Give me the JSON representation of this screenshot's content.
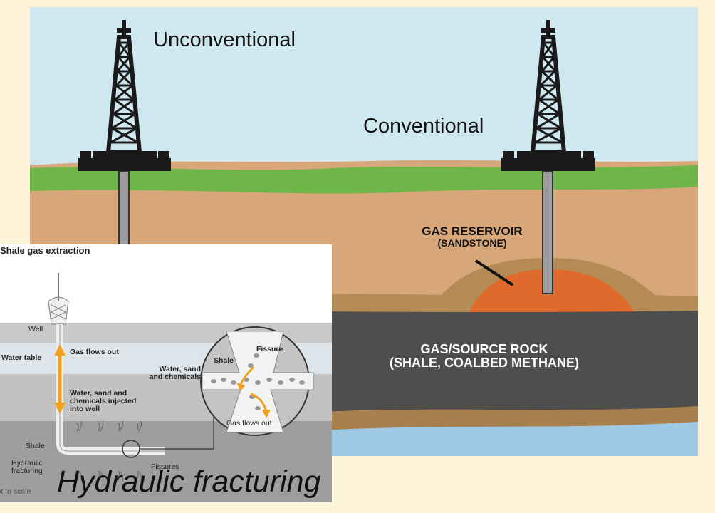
{
  "main_diagram": {
    "labels": {
      "unconventional": "Unconventional",
      "conventional": "Conventional",
      "gas_reservoir": "GAS RESERVOIR",
      "gas_reservoir_sub": "(SANDSTONE)",
      "source_rock": "GAS/SOURCE ROCK",
      "source_rock_sub": "(SHALE, COALBED METHANE)"
    },
    "colors": {
      "sky": "#cfe7ef",
      "grass": "#6fb54a",
      "soil": "#d7a679",
      "reservoir": "#e06a2c",
      "source_rock": "#4e4e4e",
      "water": "#9ec9e6",
      "rig": "#1a1a1a"
    }
  },
  "inset": {
    "title": "Shale gas extraction",
    "labels": {
      "well": "Well",
      "water_table": "Water table",
      "gas_flows_out": "Gas flows out",
      "water_sand_injected": "Water, sand and chemicals injected into well",
      "shale": "Shale",
      "hydraulic_fracturing": "Hydraulic fracturing",
      "fissures": "Fissures",
      "not_to_scale": "Not to scale",
      "zoom_shale": "Shale",
      "zoom_fissure": "Fissure",
      "zoom_water_sand": "Water, sand and chemicals",
      "zoom_gas_flows_out": "Gas flows out"
    },
    "colors": {
      "arrow": "#f2a21e"
    }
  },
  "caption": "Hydraulic fracturing"
}
